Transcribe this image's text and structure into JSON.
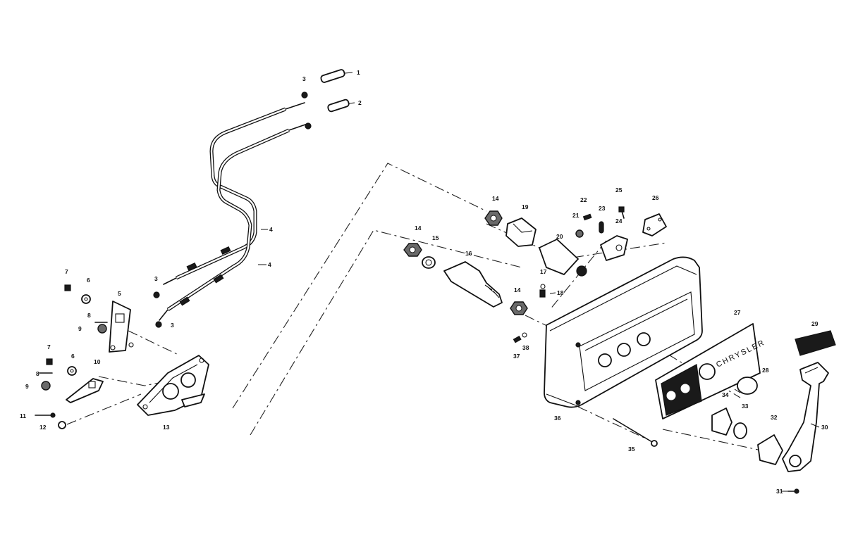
{
  "diagram": {
    "brand_text": "CHRYSLER",
    "part_labels": [
      "1",
      "2",
      "3",
      "3",
      "3",
      "4",
      "4",
      "5",
      "6",
      "6",
      "7",
      "7",
      "8",
      "8",
      "9",
      "9",
      "10",
      "11",
      "12",
      "13",
      "14",
      "14",
      "14",
      "15",
      "16",
      "17",
      "18",
      "19",
      "20",
      "21",
      "22",
      "23",
      "24",
      "25",
      "26",
      "27",
      "28",
      "29",
      "30",
      "31",
      "32",
      "33",
      "34",
      "35",
      "36",
      "37",
      "38"
    ]
  }
}
